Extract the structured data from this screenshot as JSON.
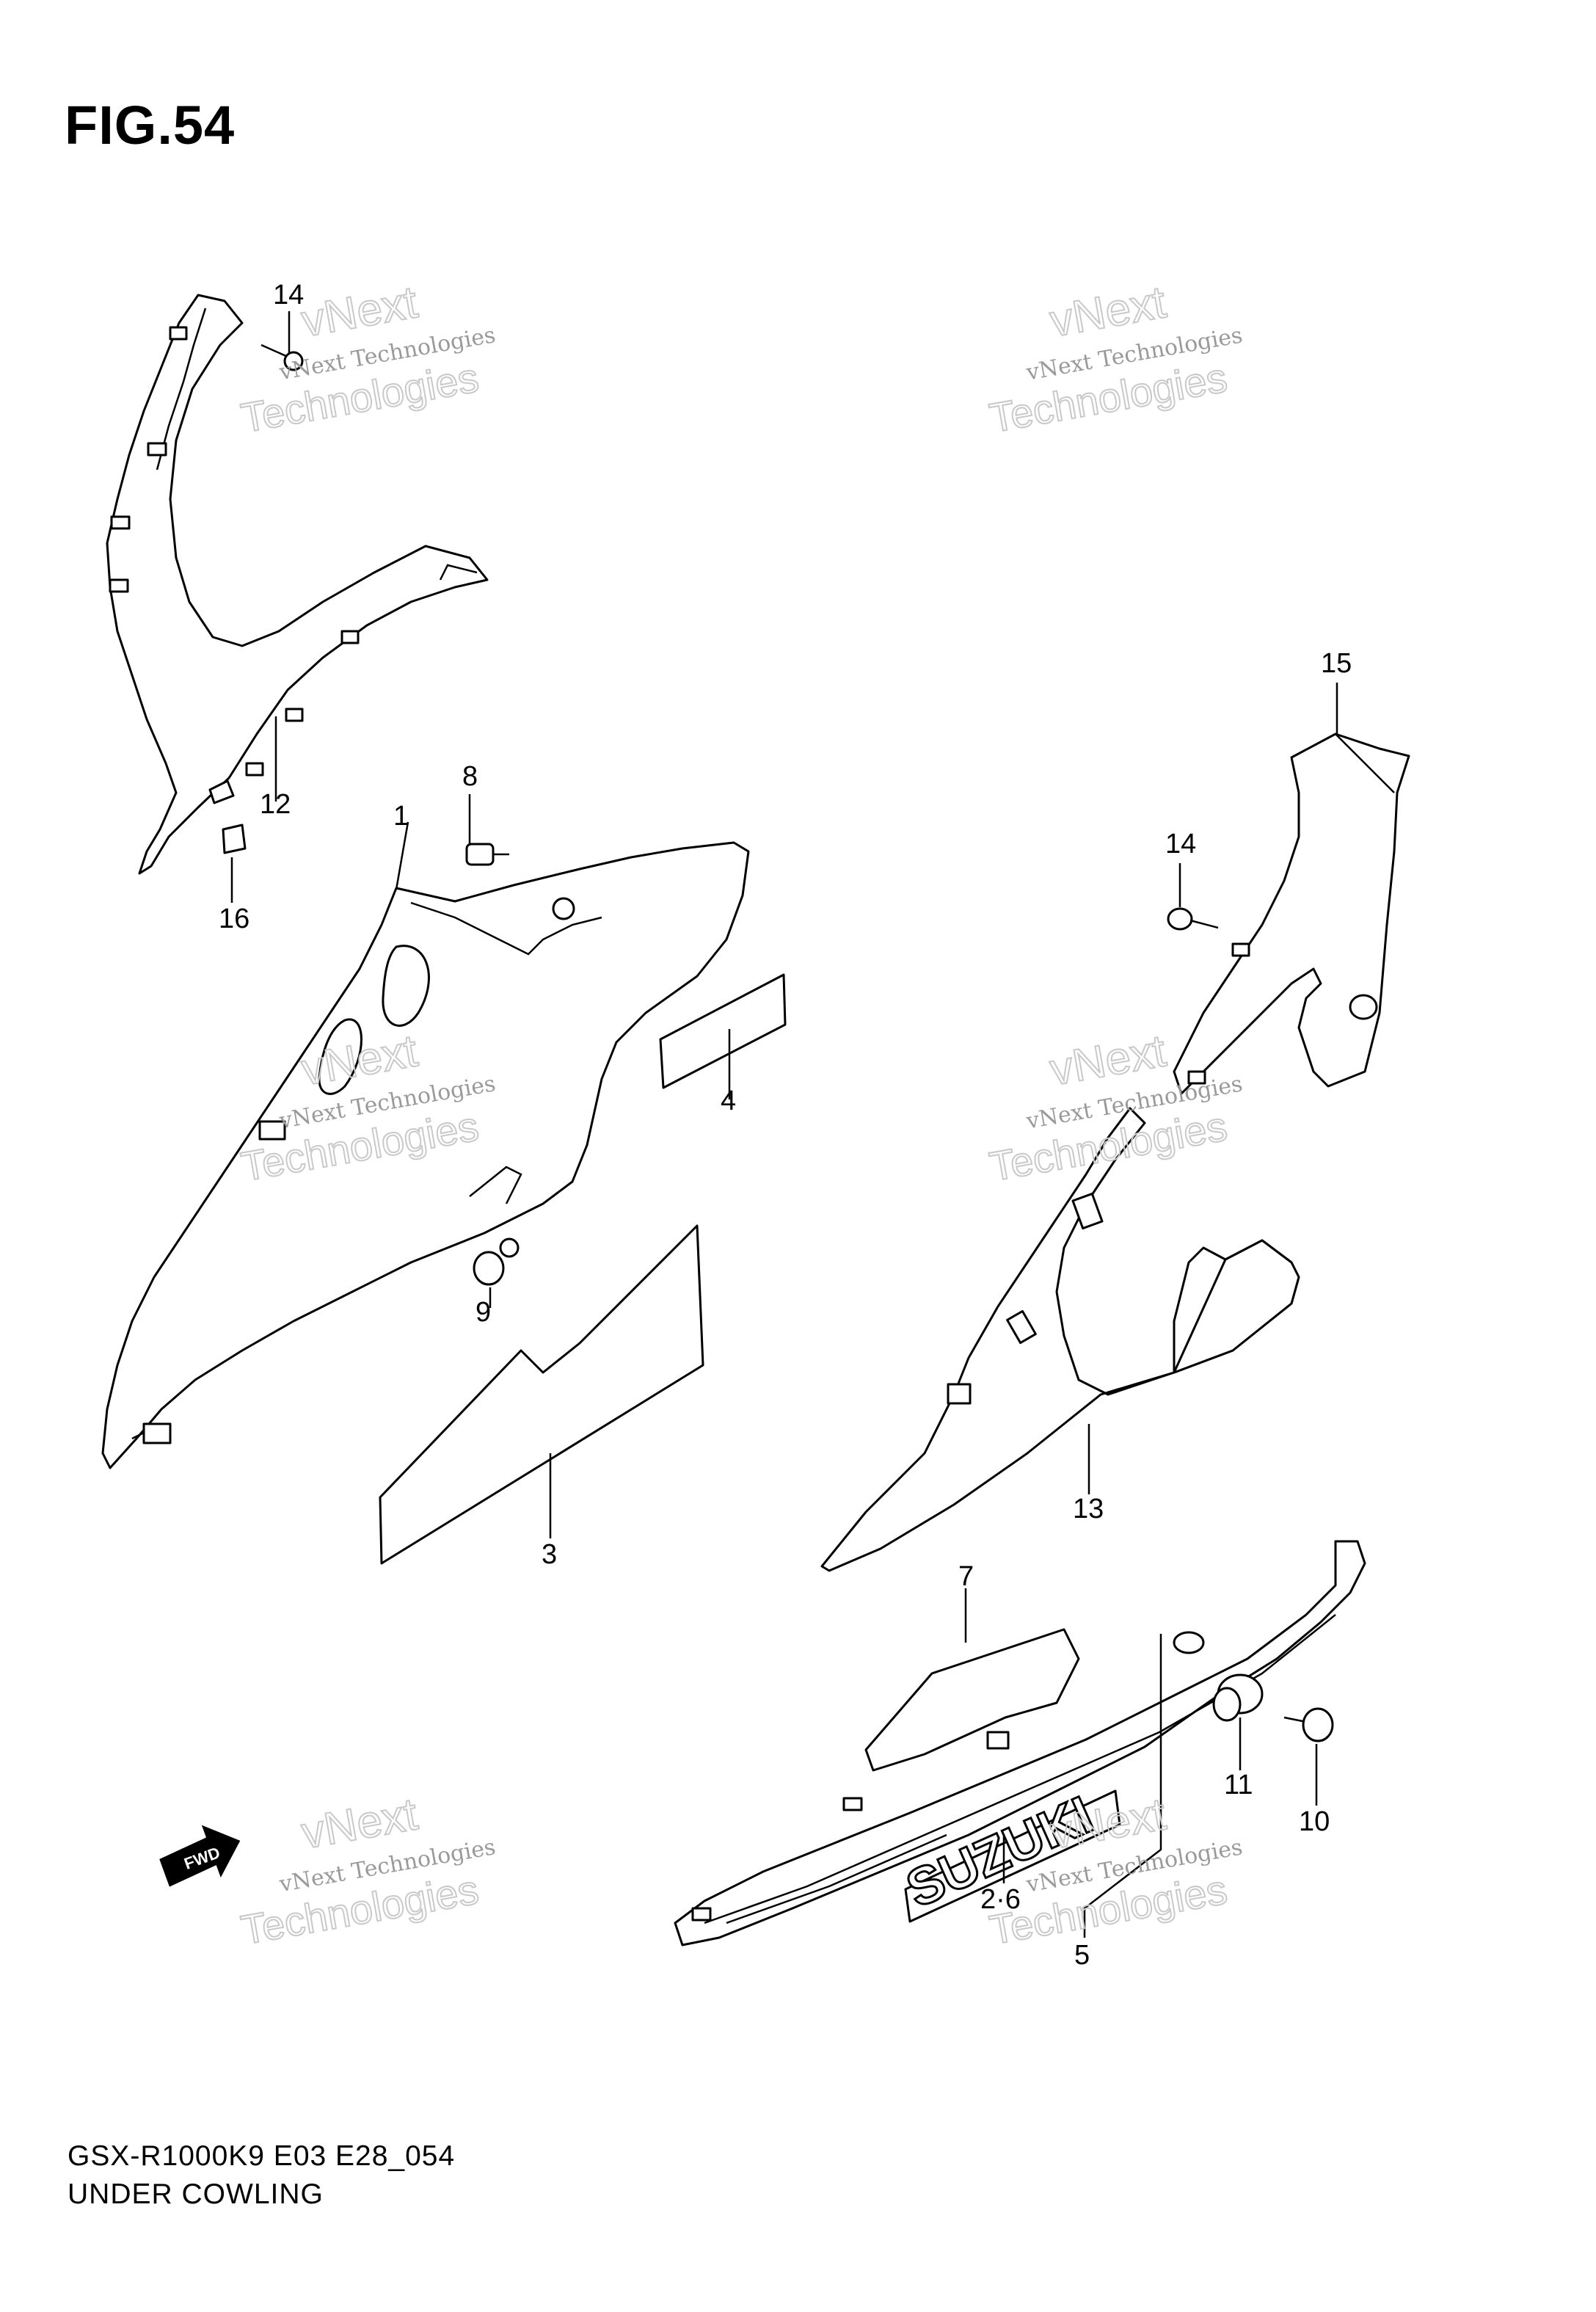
{
  "figure": {
    "title": "FIG.54"
  },
  "footer": {
    "model_code": "GSX-R1000K9 E03 E28_054",
    "section_name": "UNDER COWLING"
  },
  "callouts": [
    "14",
    "12",
    "16",
    "8",
    "1",
    "4",
    "9",
    "3",
    "15",
    "14",
    "13",
    "7",
    "11",
    "10",
    "2·6",
    "5"
  ],
  "fwd_arrow": {
    "label": "FWD",
    "icon": "fwd-arrow-icon"
  },
  "decal": {
    "text": "SUZUKI"
  },
  "watermark": {
    "line1": "vNext Technologies",
    "line2": "vNext",
    "line3": "Technologies"
  },
  "colors": {
    "ink": "#000000",
    "watermark": "#c9c9c9",
    "background": "#ffffff"
  }
}
